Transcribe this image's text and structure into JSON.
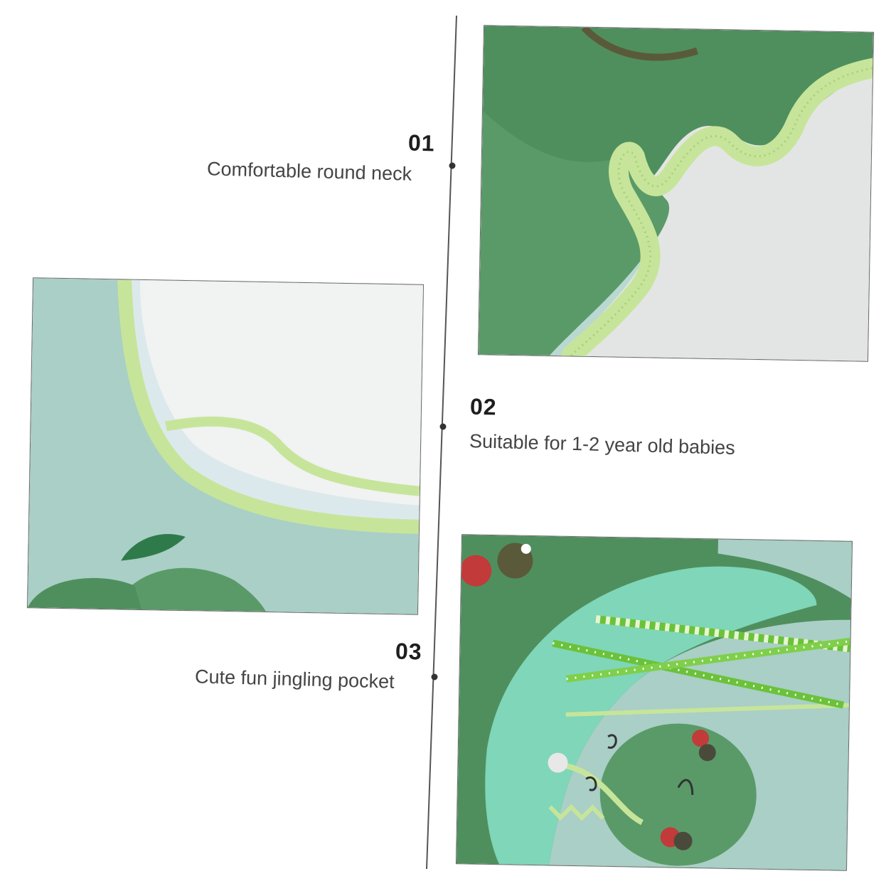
{
  "features": [
    {
      "number": "01",
      "text": "Comfortable round neck"
    },
    {
      "number": "02",
      "text": "Suitable for 1-2 year old babies"
    },
    {
      "number": "03",
      "text": "Cute fun jingling pocket"
    }
  ],
  "colors": {
    "bib_dark_green": "#4f8f5e",
    "bib_mint": "#b9d8d2",
    "trim_lime": "#c6e59a",
    "pocket_teal": "#7fd6b8",
    "straw_green": "#6bc23a",
    "text_dark": "#1e1e1e",
    "divider": "#555555"
  }
}
